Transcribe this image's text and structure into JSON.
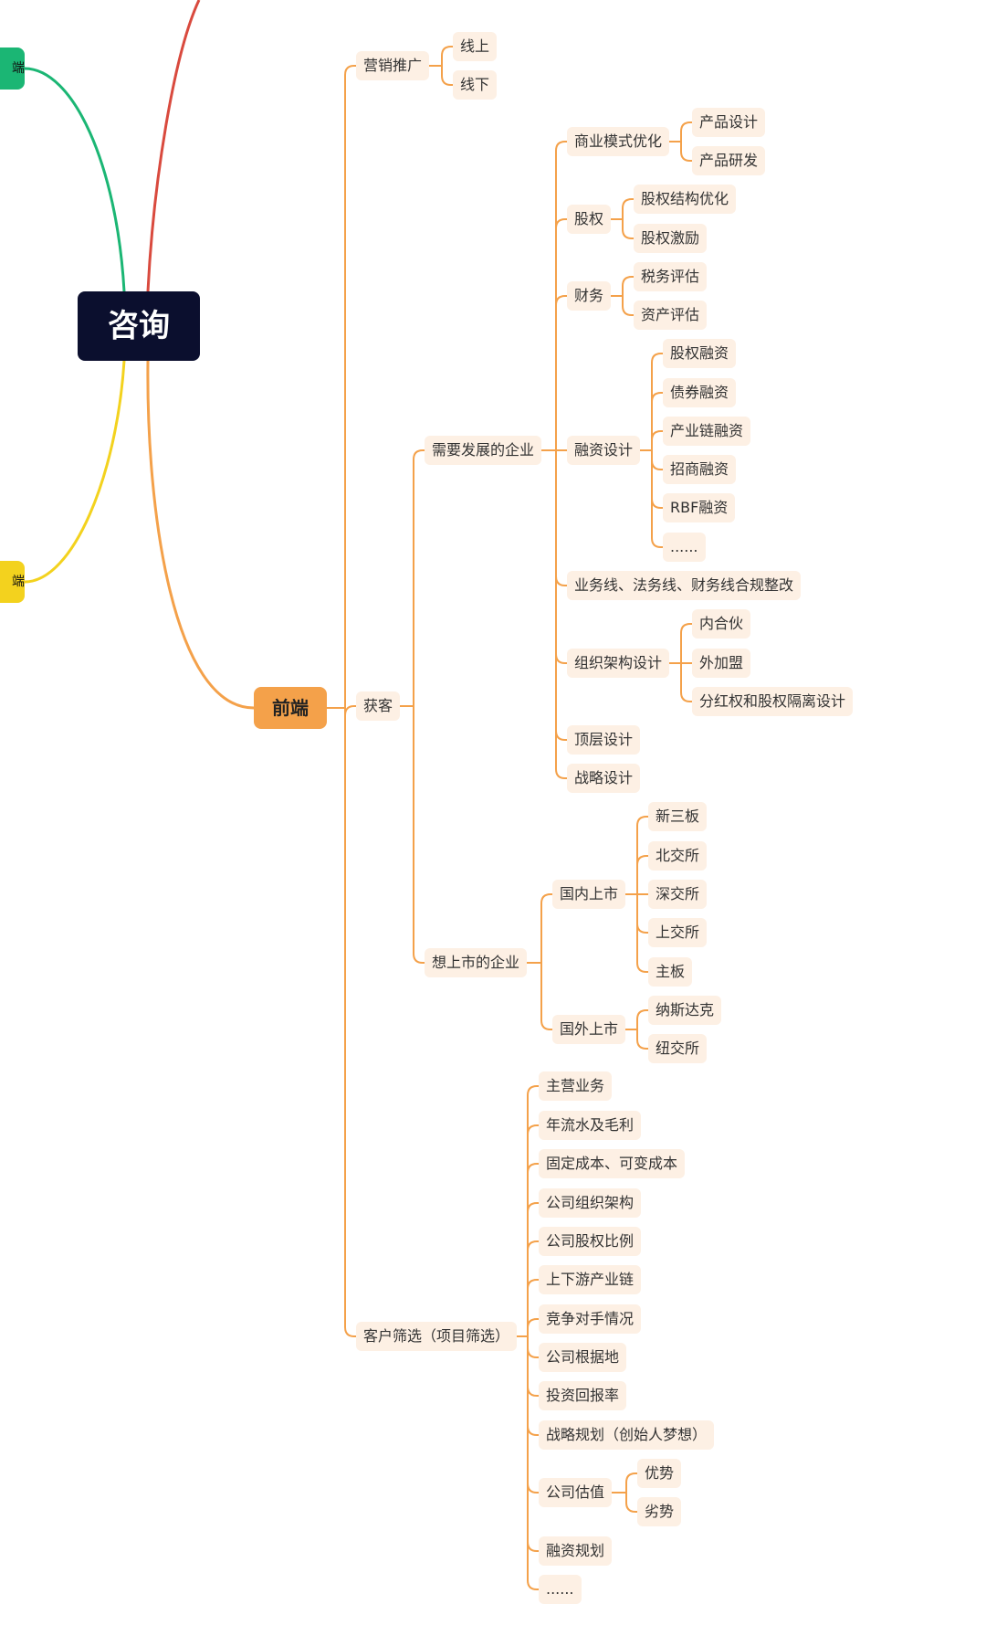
{
  "root": {
    "label": "咨询"
  },
  "side_nodes": {
    "green": "端",
    "yellow": "端"
  },
  "front": {
    "label": "前端"
  },
  "nodes": {
    "marketing": "营销推广",
    "online": "线上",
    "offline": "线下",
    "acquire": "获客",
    "dev_enterprise": "需要发展的企业",
    "biz_model": "商业模式优化",
    "prod_design": "产品设计",
    "prod_rd": "产品研发",
    "equity": "股权",
    "equity_struct": "股权结构优化",
    "equity_incent": "股权激励",
    "finance": "财务",
    "tax_eval": "税务评估",
    "asset_eval": "资产评估",
    "financing": "融资设计",
    "equity_fin": "股权融资",
    "bond_fin": "债券融资",
    "chain_fin": "产业链融资",
    "invest_fin": "招商融资",
    "rbf_fin": "RBF融资",
    "fin_more": "......",
    "compliance": "业务线、法务线、财务线合规整改",
    "org_design": "组织架构设计",
    "partner": "内合伙",
    "franchise": "外加盟",
    "dividend": "分红权和股权隔离设计",
    "top_design": "顶层设计",
    "strategy": "战略设计",
    "ipo_enterprise": "想上市的企业",
    "domestic": "国内上市",
    "neeq": "新三板",
    "bse": "北交所",
    "szse": "深交所",
    "sse": "上交所",
    "main_board": "主板",
    "overseas": "国外上市",
    "nasdaq": "纳斯达克",
    "nyse": "纽交所",
    "screening": "客户筛选（项目筛选）",
    "main_biz": "主营业务",
    "revenue": "年流水及毛利",
    "cost": "固定成本、可变成本",
    "org_struct": "公司组织架构",
    "share_ratio": "公司股权比例",
    "supply_chain": "上下游产业链",
    "competitors": "竞争对手情况",
    "base": "公司根据地",
    "roi": "投资回报率",
    "strategic_plan": "战略规划（创始人梦想）",
    "valuation": "公司估值",
    "strength": "优势",
    "weakness": "劣势",
    "fin_plan": "融资规划",
    "screen_more": "......"
  },
  "colors": {
    "orange": "#f4a14a",
    "green": "#1bb674",
    "yellow": "#f3d21e",
    "red": "#d94a3e",
    "root": "#0b0f2e",
    "node_bg": "#fdf0e4"
  }
}
